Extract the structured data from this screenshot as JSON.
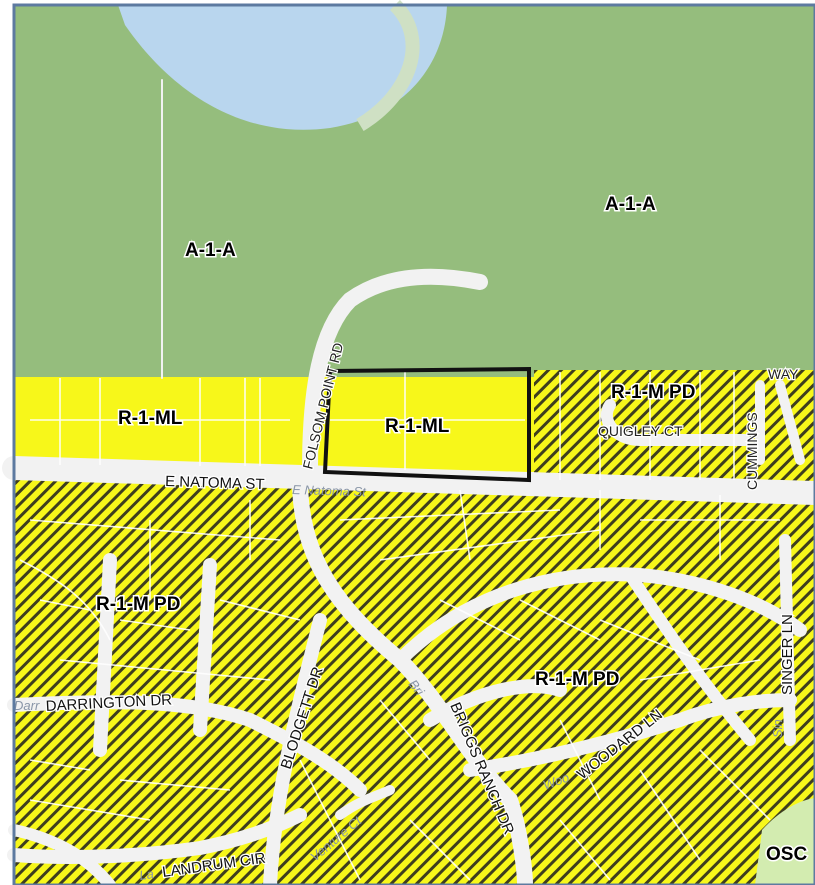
{
  "colors": {
    "agricultural": "#95bd7d",
    "residential": "#f7f71a",
    "hatch": "#3e3e1e",
    "water": "#b9d6ee",
    "road": "#f2f2f2",
    "open_space": "#d3ecb0",
    "frame": "#5d7aa0"
  },
  "zones": [
    {
      "code": "A-1-A"
    },
    {
      "code": "A-1-A"
    },
    {
      "code": "R-1-ML"
    },
    {
      "code": "R-1-ML"
    },
    {
      "code": "R-1-M PD"
    },
    {
      "code": "R-1-M PD"
    },
    {
      "code": "R-1-M PD"
    },
    {
      "code": "OSC"
    }
  ],
  "streets": {
    "folsom_point": "FOLSOM POINT RD",
    "e_natoma": "E NATOMA ST",
    "natoma_ghost": "E Natoma St",
    "quigley": "QUIGLEY CT",
    "cummings": "CUMMINGS",
    "way": "WAY",
    "darrington": "DARRINGTON DR",
    "darrington_ghost": "Darr",
    "blodgett": "BLODGETT DR",
    "briggs_ranch": "BRIGGS RANCH DR",
    "briggs_ghost": "Bri",
    "woodard": "WOODARD LN",
    "woodard_ghost": "Woo",
    "singer": "SINGER LN",
    "singer_ghost": "Sin",
    "landrum": "LANDRUM CIR",
    "landrum_ghost": "La",
    "venture_ghost": "Venture Ct"
  },
  "selected_parcel": {
    "zone": "R-1-ML"
  }
}
